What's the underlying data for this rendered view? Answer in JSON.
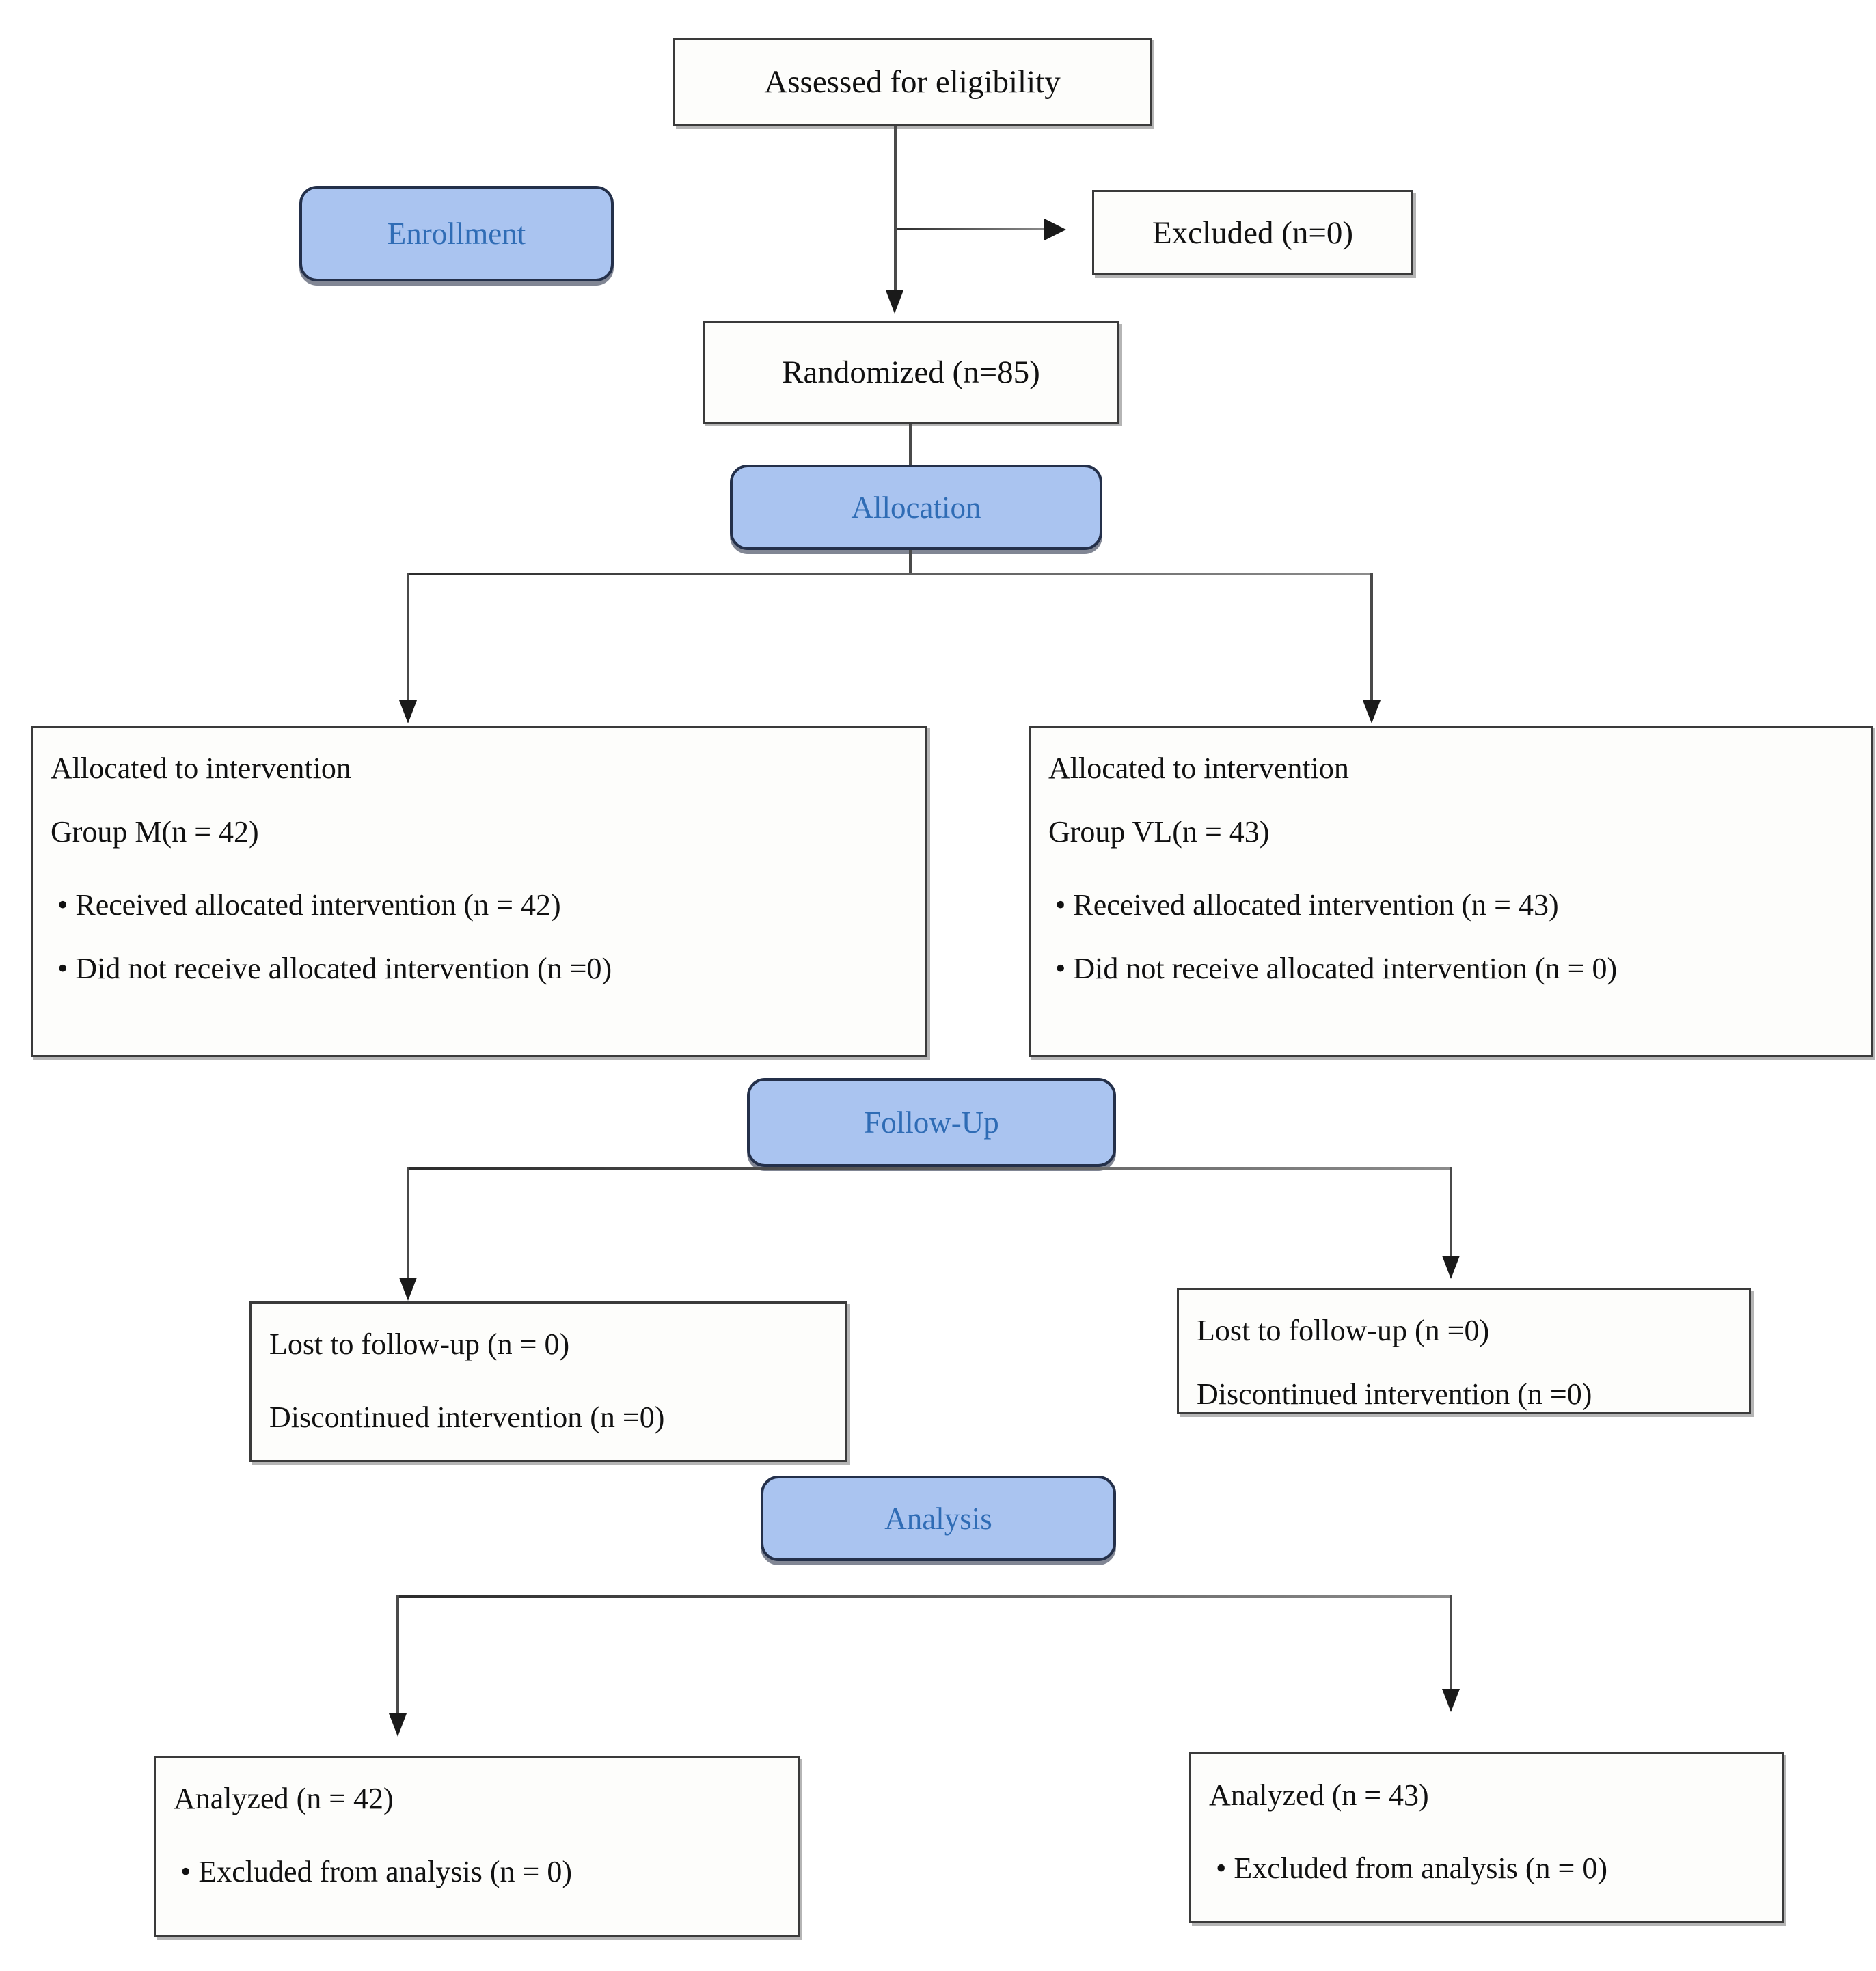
{
  "diagram": {
    "title": "CONSORT participant flow diagram",
    "accent_blue_fill": "#aac4f0",
    "accent_blue_text": "#2f6cb5",
    "box_border": "#3a3a3a",
    "text_color": "#111111"
  },
  "stages": {
    "enrollment": "Enrollment",
    "allocation": "Allocation",
    "followup": "Follow-Up",
    "analysis": "Analysis"
  },
  "nodes": {
    "assessed": {
      "label": "Assessed for eligibility"
    },
    "excluded": {
      "label": "Excluded  (n=0)"
    },
    "randomized": {
      "label": "Randomized (n=85)"
    },
    "allocated_left": {
      "line1": "Allocated to intervention",
      "line2": "Group M(n = 42)",
      "bullet1": "• Received allocated intervention (n = 42)",
      "bullet2": "• Did not receive allocated intervention (n =0)"
    },
    "allocated_right": {
      "line1": "Allocated to intervention",
      "line2": "Group VL(n = 43)",
      "bullet1": "• Received allocated intervention (n = 43)",
      "bullet2": "• Did not receive allocated intervention (n = 0)"
    },
    "followup_left": {
      "line1": "Lost to follow-up (n = 0)",
      "line2": "Discontinued intervention (n =0)"
    },
    "followup_right": {
      "line1": "Lost to follow-up (n =0)",
      "line2": "Discontinued intervention (n =0)"
    },
    "analyzed_left": {
      "line1": "Analyzed (n = 42)",
      "bullet1": "• Excluded from analysis (n = 0)"
    },
    "analyzed_right": {
      "line1": "Analyzed (n = 43)",
      "bullet1": "• Excluded from analysis (n = 0)"
    }
  },
  "chart_data": {
    "type": "diagram",
    "title": "CONSORT flow diagram",
    "stages": [
      "Enrollment",
      "Allocation",
      "Follow-Up",
      "Analysis"
    ],
    "counts": {
      "assessed_for_eligibility": null,
      "excluded": 0,
      "randomized": 85,
      "group_M_allocated": 42,
      "group_M_received": 42,
      "group_M_not_received": 0,
      "group_VL_allocated": 43,
      "group_VL_received": 43,
      "group_VL_not_received": 0,
      "group_M_lost_to_followup": 0,
      "group_M_discontinued": 0,
      "group_VL_lost_to_followup": 0,
      "group_VL_discontinued": 0,
      "group_M_analyzed": 42,
      "group_M_excluded_from_analysis": 0,
      "group_VL_analyzed": 43,
      "group_VL_excluded_from_analysis": 0
    }
  }
}
